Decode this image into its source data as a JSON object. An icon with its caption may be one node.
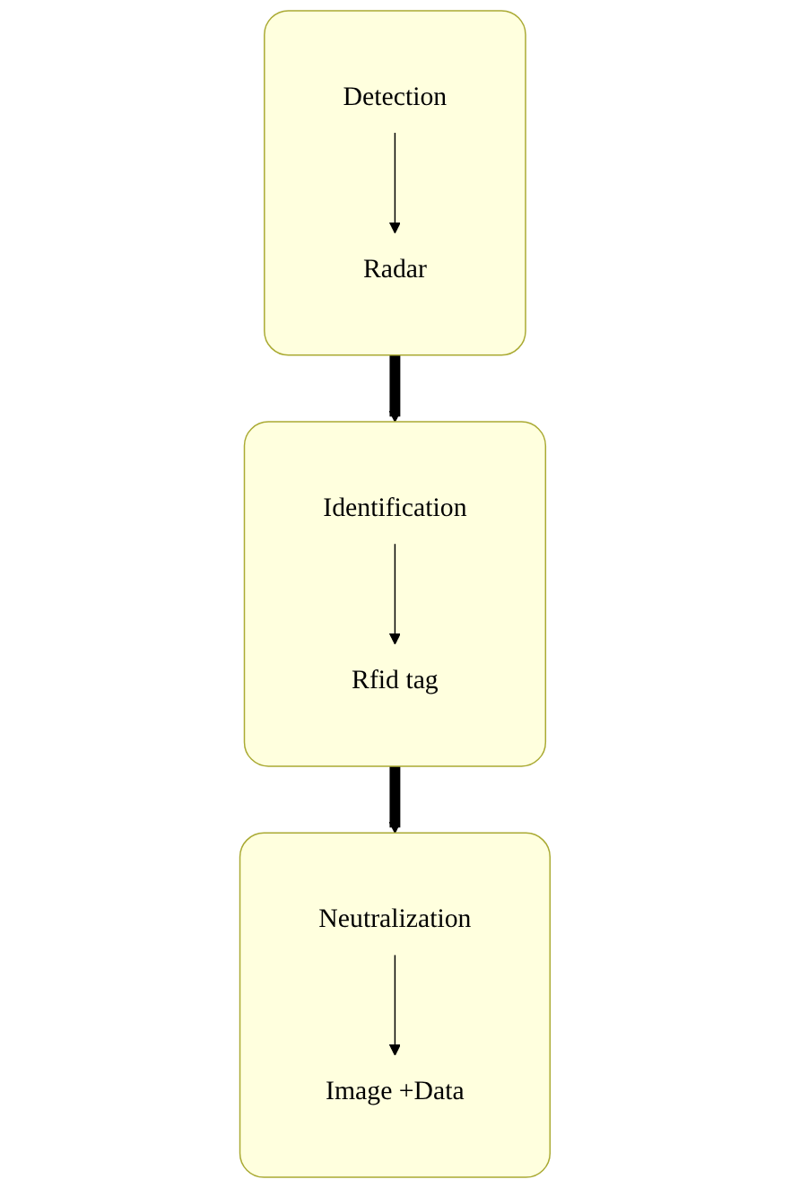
{
  "diagram": {
    "nodes": [
      {
        "text": [],
        "shape": "box"
      },
      {
        "text": [
          "Detection"
        ],
        "in": 0
      },
      {
        "text": [
          "Radar"
        ],
        "in": 0
      },
      {
        "text": [],
        "shape": "box"
      },
      {
        "text": [
          "Identification"
        ],
        "in": 3
      },
      {
        "text": [
          "Rfid tag"
        ],
        "in": 3
      },
      {
        "text": [],
        "shape": "box"
      },
      {
        "text": [
          "Neutralization"
        ],
        "in": 6
      },
      {
        "text": [
          "Image +Data"
        ],
        "in": 6
      }
    ],
    "edges": [
      {
        "from": 1,
        "to": 2,
        "arrow": "to"
      },
      {
        "from": 0,
        "to": 3,
        "arrow": "to",
        "style": "thick"
      },
      {
        "from": 4,
        "to": 5,
        "arrow": "to"
      },
      {
        "from": 3,
        "to": 6,
        "arrow": "to",
        "style": "thick"
      },
      {
        "from": 7,
        "to": 8,
        "arrow": "to"
      }
    ]
  }
}
